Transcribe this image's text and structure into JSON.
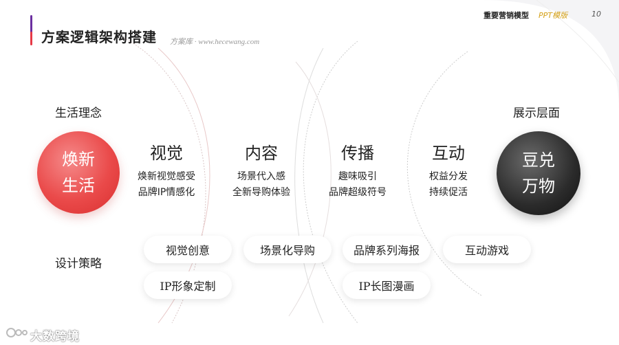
{
  "header": {
    "model_label": "重要营销模型",
    "ppt_label": "PPT模版",
    "page_number": "10"
  },
  "title": {
    "main": "方案逻辑架构搭建",
    "watermark": "方案库 · www.hecewang.com"
  },
  "left_column": {
    "top_label": "生活理念",
    "circle_line1": "焕新",
    "circle_line2": "生活",
    "bottom_label": "设计策略"
  },
  "right_column": {
    "top_label": "展示层面",
    "circle_line1": "豆兑",
    "circle_line2": "万物"
  },
  "sections": [
    {
      "heading": "视觉",
      "line1": "焕新视觉感受",
      "line2": "品牌IP情感化"
    },
    {
      "heading": "内容",
      "line1": "场景代入感",
      "line2": "全新导购体验"
    },
    {
      "heading": "传播",
      "line1": "趣味吸引",
      "line2": "品牌超级符号"
    },
    {
      "heading": "互动",
      "line1": "权益分发",
      "line2": "持续促活"
    }
  ],
  "strategies": {
    "visual_creative": "视觉创意",
    "ip_image": "IP形象定制",
    "scene_shopping": "场景化导购",
    "brand_poster": "品牌系列海报",
    "ip_comic": "IP长图漫画",
    "interactive_game": "互动游戏"
  },
  "footer": {
    "logo_text": "大数跨境"
  },
  "colors": {
    "accent_red": "#e63946",
    "accent_purple": "#6b2fa0",
    "ppt_gold": "#d4a017",
    "dark_circle": "#2b2b2b"
  }
}
